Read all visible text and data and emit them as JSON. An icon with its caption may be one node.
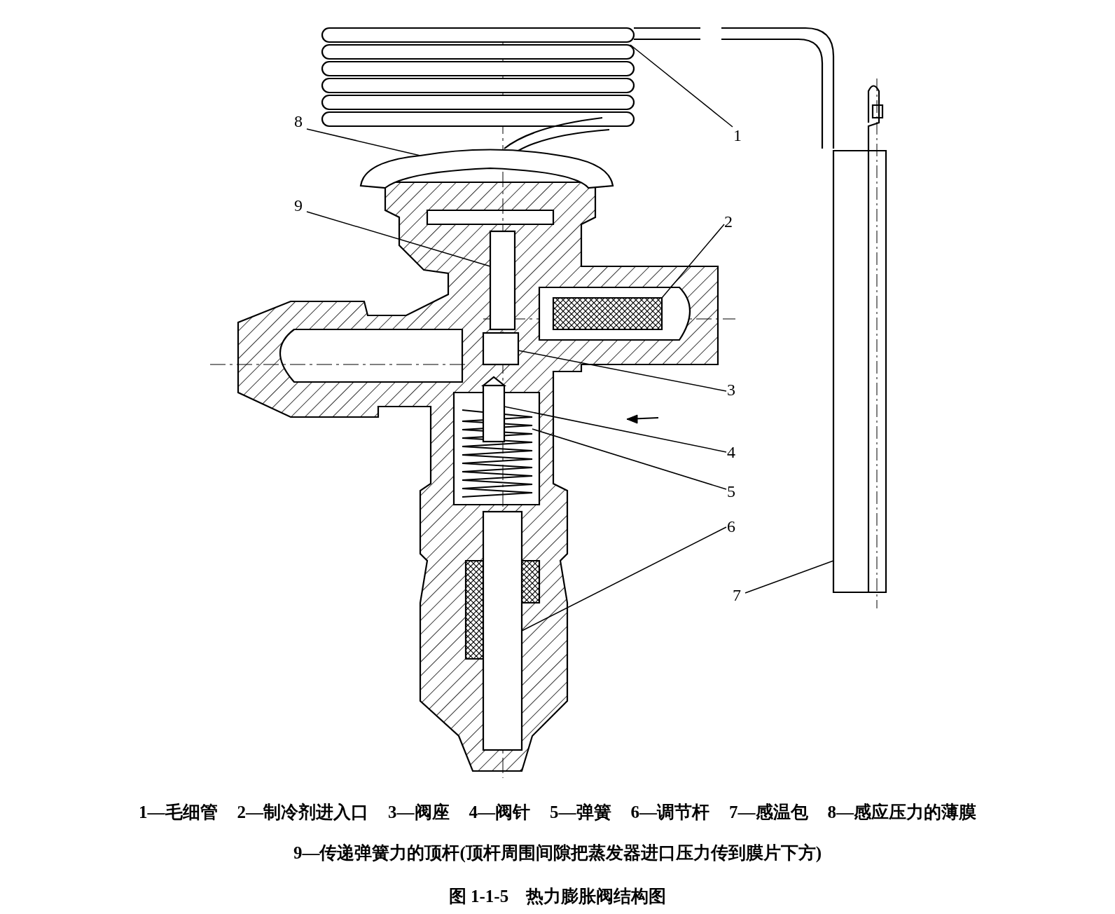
{
  "diagram": {
    "caption": "图 1-1-5　热力膨胀阀结构图",
    "nodes": [
      {
        "text": [
          "1"
        ]
      },
      {
        "text": [
          "2"
        ]
      },
      {
        "text": [
          "3"
        ]
      },
      {
        "text": [
          "4"
        ]
      },
      {
        "text": [
          "5"
        ]
      },
      {
        "text": [
          "6"
        ]
      },
      {
        "text": [
          "7"
        ]
      },
      {
        "text": [
          "8"
        ]
      },
      {
        "text": [
          "9"
        ]
      },
      {
        "text": [],
        "shape": "picture"
      },
      {
        "text": [],
        "shape": "picture"
      },
      {
        "text": [],
        "shape": "box"
      },
      {
        "text": [],
        "shape": "box"
      },
      {
        "text": [],
        "shape": "picture"
      },
      {
        "text": [],
        "shape": "box"
      },
      {
        "text": [],
        "shape": "picture"
      },
      {
        "text": [],
        "shape": "picture"
      },
      {
        "text": [],
        "shape": "box"
      }
    ],
    "edges": [
      {
        "from": 0,
        "to": 9,
        "arrow": "none"
      },
      {
        "from": 1,
        "to": 10,
        "arrow": "none"
      },
      {
        "from": 2,
        "to": 12,
        "arrow": "none"
      },
      {
        "from": 3,
        "to": 14,
        "arrow": "none"
      },
      {
        "from": 4,
        "to": 13,
        "arrow": "none"
      },
      {
        "from": 5,
        "to": 17,
        "arrow": "none"
      },
      {
        "from": 6,
        "to": 15,
        "arrow": "none"
      },
      {
        "from": 7,
        "to": 16,
        "arrow": "none"
      },
      {
        "from": 8,
        "to": 11,
        "arrow": "none"
      }
    ],
    "labels": [
      "1—毛细管",
      "2—制冷剂进入口",
      "3—阀座",
      "4—阀针",
      "5—弹簧",
      "6—调节杆",
      "7—感温包",
      "8—感应压力的薄膜",
      "9—传递弹簧力的顶杆(顶杆周围间隙把蒸发器进口压力传到膜片下方)"
    ]
  }
}
